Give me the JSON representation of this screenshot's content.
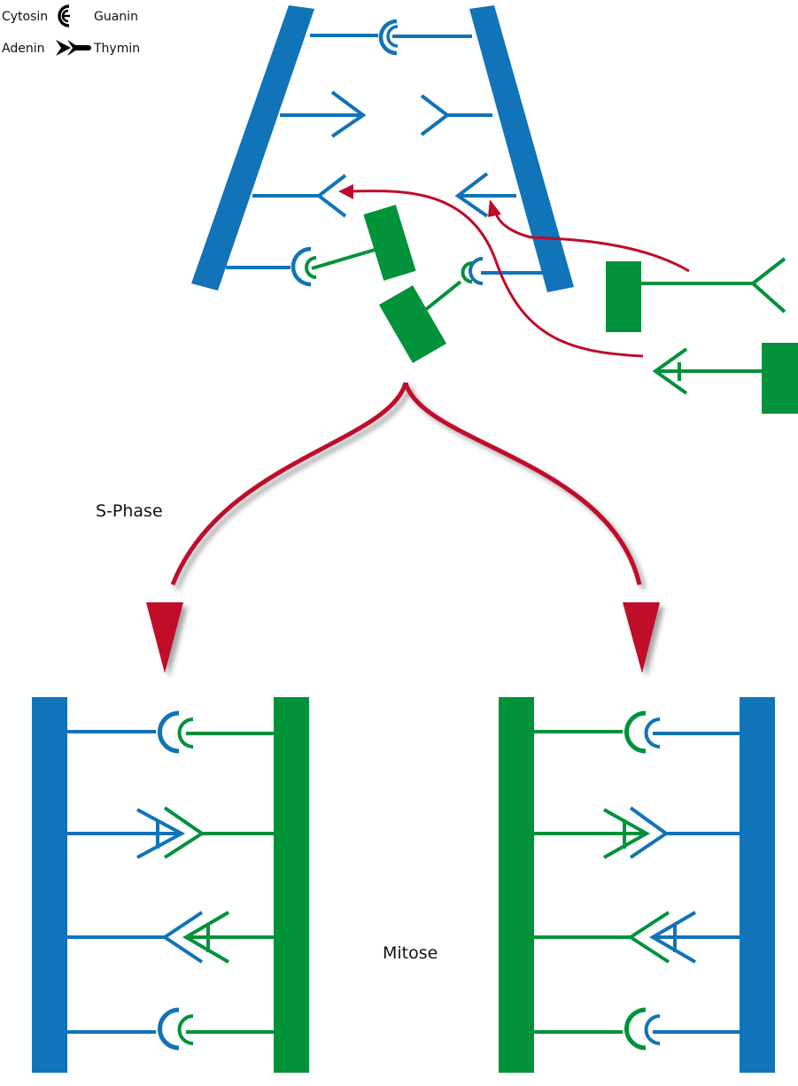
{
  "legend": {
    "cytosine": "Cytosin",
    "guanine": "Guanin",
    "adenine": "Adenin",
    "thymine": "Thymin"
  },
  "labels": {
    "s_phase": "S-Phase",
    "mitose": "Mitose"
  },
  "colors": {
    "template_strand": "#1173b8",
    "new_strand": "#02923a",
    "arrow": "#bf0a2a",
    "legend_icon": "#000000"
  }
}
